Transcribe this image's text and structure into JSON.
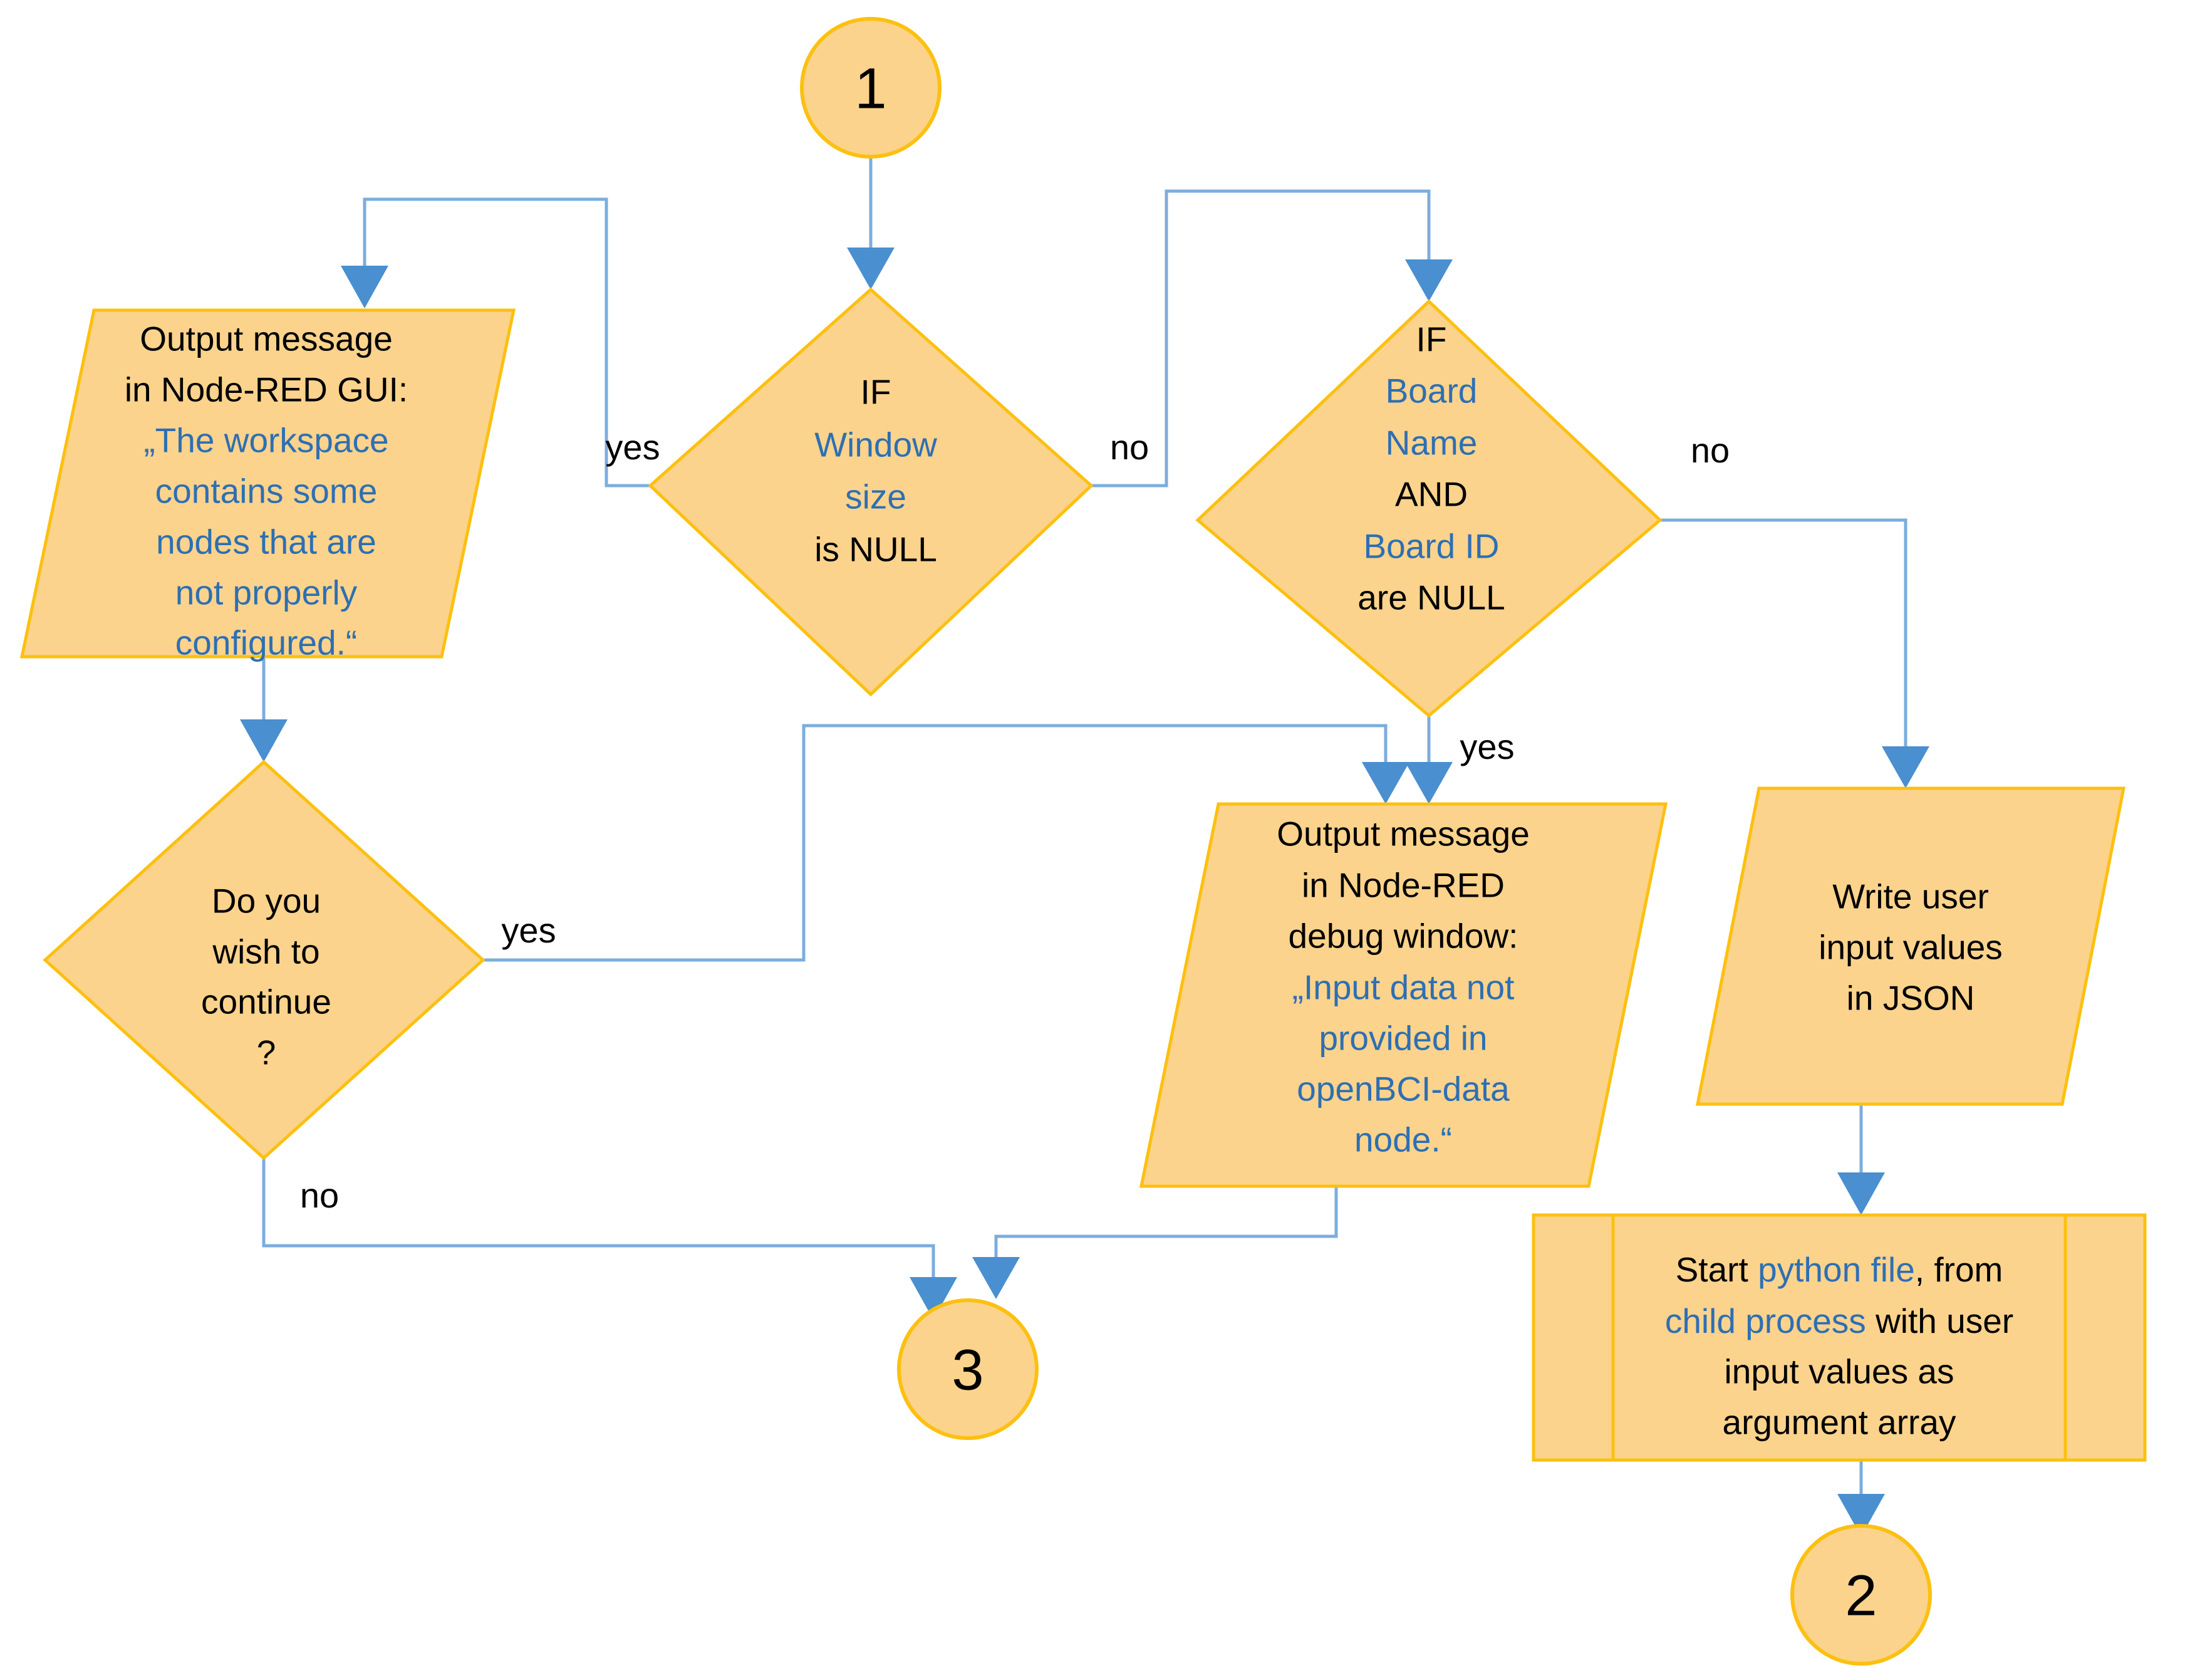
{
  "diagram": {
    "title": "Node-RED openBCI flowchart (part 2)",
    "colors": {
      "shape_fill": "#fbd38c",
      "shape_border": "#fcc010",
      "connector": "#7cadde",
      "arrowhead": "#4a8fd0",
      "text_black": "#000000",
      "text_blue": "#2d6fb3",
      "background": "#ffffff"
    }
  },
  "connectors": {
    "start": {
      "label": "1"
    },
    "end_three": {
      "label": "3"
    },
    "end_two": {
      "label": "2"
    }
  },
  "nodes": {
    "output_gui": {
      "shape": "parallelogram",
      "lines": [
        {
          "text": "Output message",
          "color": "black"
        },
        {
          "text": "in Node-RED GUI:",
          "color": "black"
        },
        {
          "text": "„The workspace",
          "color": "blue"
        },
        {
          "text": "contains some",
          "color": "blue"
        },
        {
          "text": "nodes that are",
          "color": "blue"
        },
        {
          "text": "not properly",
          "color": "blue"
        },
        {
          "text": "configured.“",
          "color": "blue"
        }
      ]
    },
    "if_window_size": {
      "shape": "diamond",
      "lines": [
        {
          "text": "IF",
          "color": "black"
        },
        {
          "text": "Window",
          "color": "blue"
        },
        {
          "text": "size",
          "color": "blue"
        },
        {
          "text": "is NULL",
          "color": "black"
        }
      ]
    },
    "if_board": {
      "shape": "diamond",
      "lines": [
        {
          "text": "IF",
          "color": "black"
        },
        {
          "text": "Board",
          "color": "blue"
        },
        {
          "text": "Name",
          "color": "blue"
        },
        {
          "text": "AND",
          "color": "black"
        },
        {
          "text": "Board ID",
          "color": "blue"
        },
        {
          "text": "are NULL",
          "color": "black"
        }
      ]
    },
    "do_you_continue": {
      "shape": "diamond",
      "lines": [
        {
          "text": "Do you",
          "color": "black"
        },
        {
          "text": "wish to",
          "color": "black"
        },
        {
          "text": "continue",
          "color": "black"
        },
        {
          "text": "?",
          "color": "black"
        }
      ]
    },
    "output_debug": {
      "shape": "parallelogram",
      "lines": [
        {
          "text": "Output message",
          "color": "black"
        },
        {
          "text": "in Node-RED",
          "color": "black"
        },
        {
          "text": "debug window:",
          "color": "black"
        },
        {
          "text": "„Input data not",
          "color": "blue"
        },
        {
          "text": "provided in",
          "color": "blue"
        },
        {
          "text": "openBCI-data",
          "color": "blue"
        },
        {
          "text": "node.“",
          "color": "blue"
        }
      ]
    },
    "write_json": {
      "shape": "parallelogram",
      "lines": [
        {
          "text": "Write user",
          "color": "black"
        },
        {
          "text": "input values",
          "color": "black"
        },
        {
          "text": "in JSON",
          "color": "black"
        }
      ]
    },
    "start_python": {
      "shape": "predefined-process",
      "lines": [
        {
          "parts": [
            {
              "text": "Start ",
              "color": "black"
            },
            {
              "text": "python file",
              "color": "blue"
            },
            {
              "text": ",  from",
              "color": "black"
            }
          ]
        },
        {
          "parts": [
            {
              "text": "child process",
              "color": "blue"
            },
            {
              "text": " with user",
              "color": "black"
            }
          ]
        },
        {
          "parts": [
            {
              "text": "input values as",
              "color": "black"
            }
          ]
        },
        {
          "parts": [
            {
              "text": "argument array",
              "color": "black"
            }
          ]
        }
      ]
    }
  },
  "edge_labels": {
    "window_yes": "yes",
    "window_no": "no",
    "board_no": "no",
    "board_yes": "yes",
    "continue_yes": "yes",
    "continue_no": "no"
  }
}
